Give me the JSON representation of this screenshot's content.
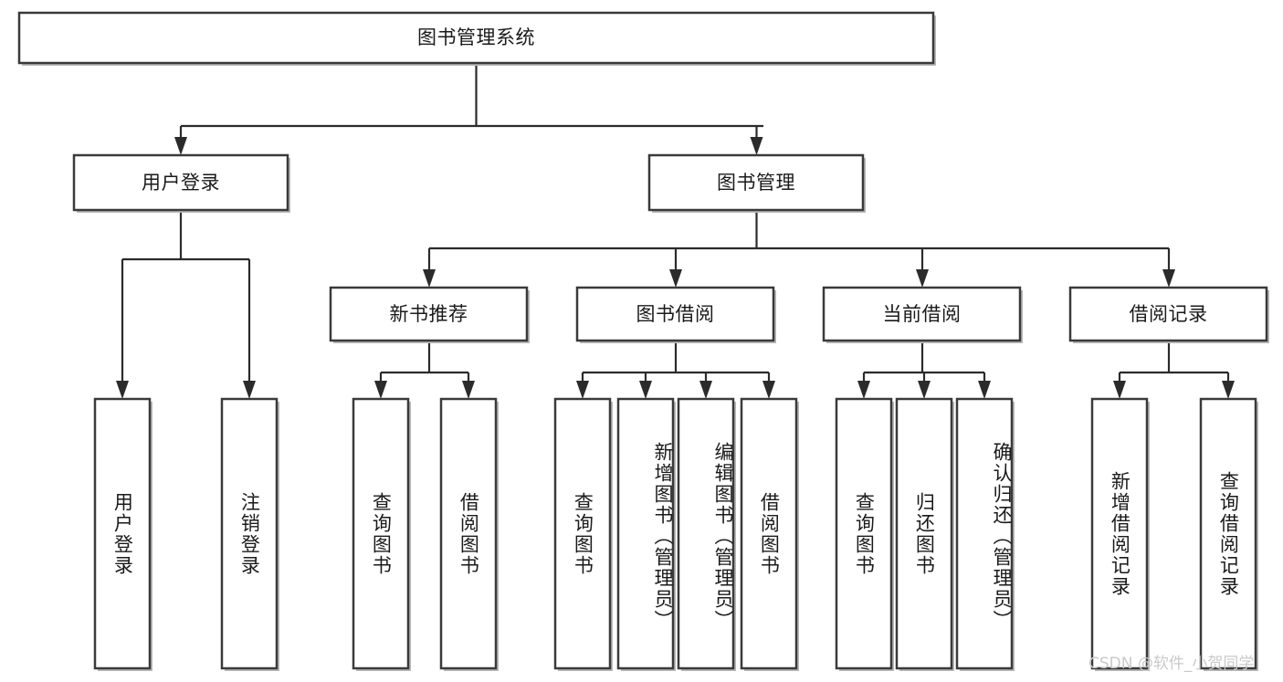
{
  "diagram": {
    "type": "tree-hierarchy",
    "root": {
      "id": "root",
      "label": "图书管理系统"
    },
    "level2": [
      {
        "id": "user-login",
        "label": "用户登录"
      },
      {
        "id": "book-management",
        "label": "图书管理"
      }
    ],
    "level3": [
      {
        "id": "new-book-recommend",
        "label": "新书推荐"
      },
      {
        "id": "book-borrow",
        "label": "图书借阅"
      },
      {
        "id": "current-borrow",
        "label": "当前借阅"
      },
      {
        "id": "borrow-record",
        "label": "借阅记录"
      }
    ],
    "leaves": {
      "user_login": [
        {
          "id": "leaf-user-login",
          "label": "用户登录"
        },
        {
          "id": "leaf-logout-login",
          "label": "注销登录"
        }
      ],
      "new_book_recommend": [
        {
          "id": "leaf-query-book-1",
          "label": "查询图书"
        },
        {
          "id": "leaf-borrow-book-1",
          "label": "借阅图书"
        }
      ],
      "book_borrow": [
        {
          "id": "leaf-query-book-2",
          "label": "查询图书"
        },
        {
          "id": "leaf-add-book",
          "label": "新增图书（管理员）"
        },
        {
          "id": "leaf-edit-book",
          "label": "编辑图书（管理员）"
        },
        {
          "id": "leaf-borrow-book-2",
          "label": "借阅图书"
        }
      ],
      "current_borrow": [
        {
          "id": "leaf-query-book-3",
          "label": "查询图书"
        },
        {
          "id": "leaf-return-book",
          "label": "归还图书"
        },
        {
          "id": "leaf-confirm-return",
          "label": "确认归还（管理员）"
        }
      ],
      "borrow_record": [
        {
          "id": "leaf-add-record",
          "label": "新增借阅记录"
        },
        {
          "id": "leaf-query-record",
          "label": "查询借阅记录"
        }
      ]
    }
  },
  "watermark": {
    "text": "CSDN @软件_小贺同学"
  },
  "colors": {
    "box_stroke": "#3a3a3a",
    "connector": "#2b2b2b",
    "box_fill": "#ffffff",
    "text": "#1a1a1a",
    "watermark": "#c9c9c9",
    "canvas": "#ffffff"
  }
}
